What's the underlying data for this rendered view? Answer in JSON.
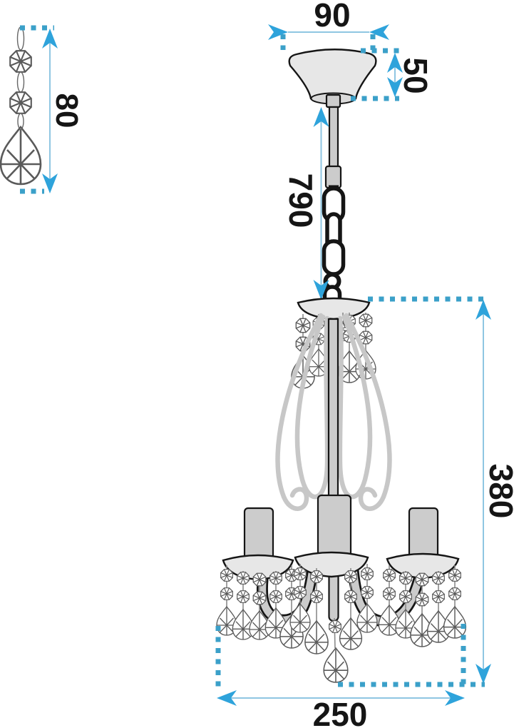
{
  "diagram": {
    "title": "chandelier-dimension-drawing",
    "labels": {
      "canopy_width": "90",
      "canopy_height": "50",
      "suspension_length": "790",
      "pendant_detail_length": "80",
      "fixture_height": "380",
      "fixture_width": "250"
    },
    "colors": {
      "dimension_arrow": "#2ea3db",
      "dimension_dots": "#3ba0c9",
      "dimension_line": "#8fc6e2",
      "outline": "#1a1a1a",
      "metal_fill": "#cccccc",
      "scroll_gray": "#c7c7c7"
    }
  }
}
